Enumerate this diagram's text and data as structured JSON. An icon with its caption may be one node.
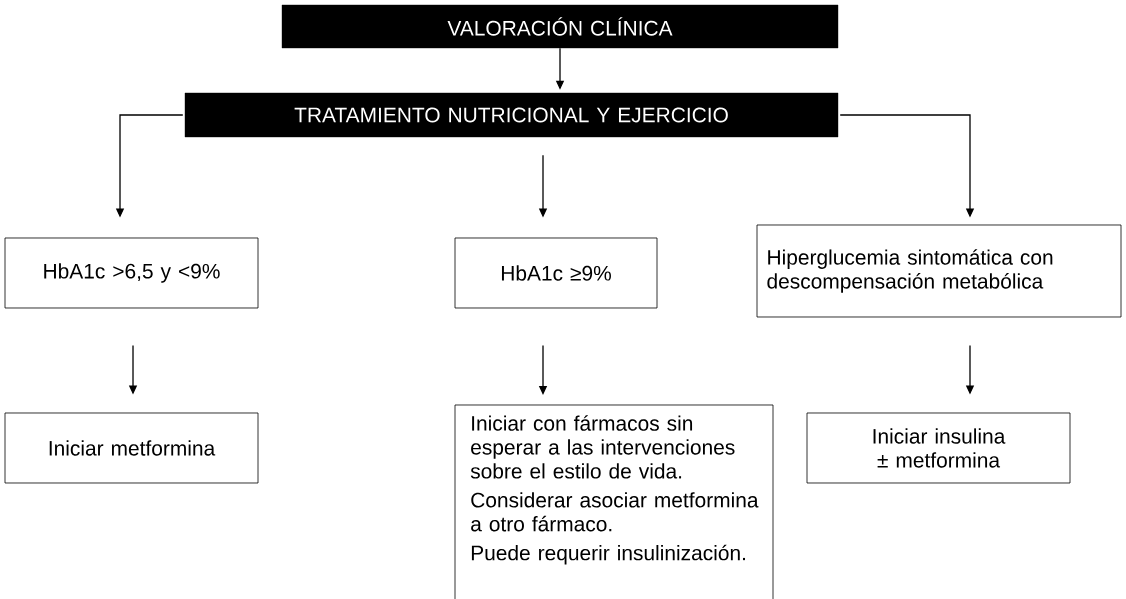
{
  "diagram": {
    "nodes": [
      {
        "text": [
          "VALORACIÓN CLÍNICA"
        ]
      },
      {
        "text": [
          "TRATAMIENTO NUTRICIONAL Y EJERCICIO"
        ]
      },
      {
        "text": [
          "HbA1c >6,5 y <9%"
        ]
      },
      {
        "text": [
          "HbA1c ≥9%"
        ]
      },
      {
        "text": [
          "Hiperglucemia sintomática con descompensación metabólica"
        ]
      },
      {
        "text": [
          "Iniciar metformina"
        ]
      },
      {
        "text": [
          "Iniciar con fármacos sin esperar a las intervenciones sobre el estilo de vida.",
          "Considerar asociar metformina a otro fármaco.",
          "Puede requerir insulinización."
        ]
      },
      {
        "text": [
          "Iniciar insulina ± metformina"
        ]
      }
    ],
    "edges": [
      {
        "from": 0,
        "to": 1,
        "arrow": "to"
      },
      {
        "from": 1,
        "to": 2,
        "arrow": "to"
      },
      {
        "from": 1,
        "to": 3,
        "arrow": "to"
      },
      {
        "from": 1,
        "to": 4,
        "arrow": "to"
      },
      {
        "from": 2,
        "to": 5,
        "arrow": "to"
      },
      {
        "from": 3,
        "to": 6,
        "arrow": "to"
      },
      {
        "from": 4,
        "to": 7,
        "arrow": "to"
      }
    ]
  }
}
